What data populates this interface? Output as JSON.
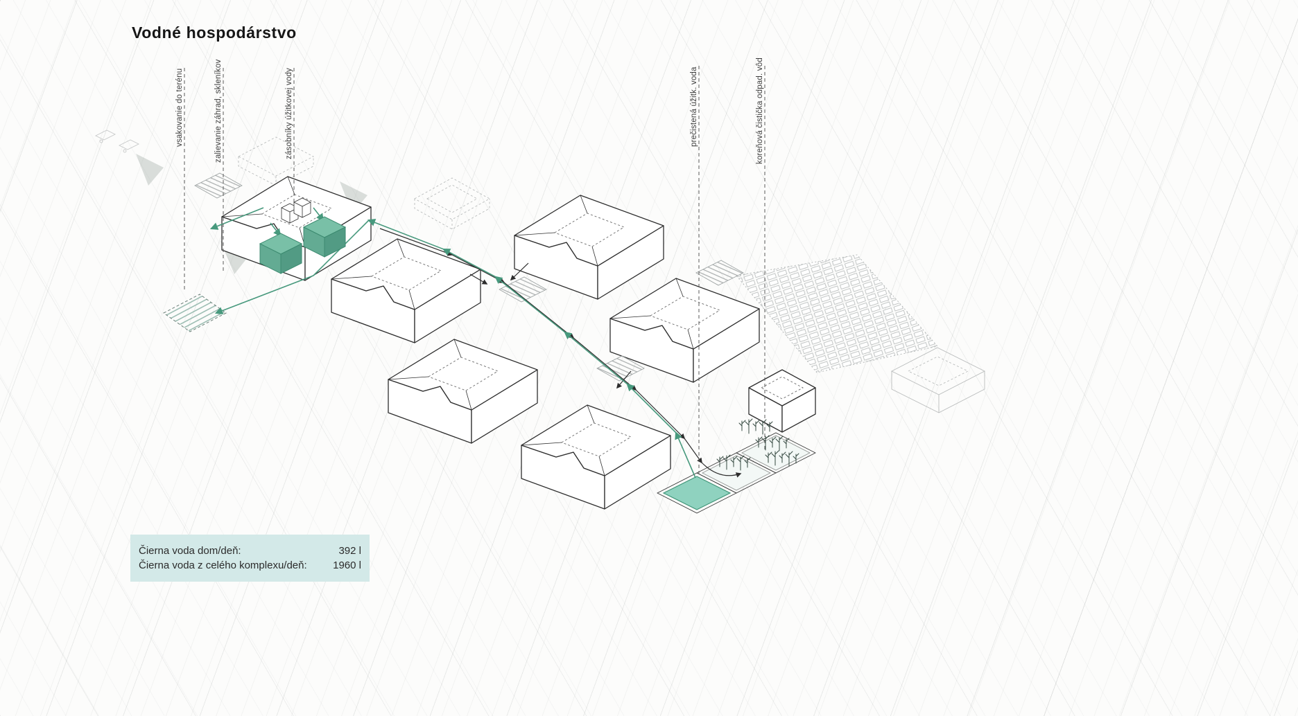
{
  "title": "Vodné hospodárstvo",
  "annotations": [
    {
      "label": "vsakovanie do terénu"
    },
    {
      "label": "zalievanie záhrad, skleníkov"
    },
    {
      "label": "zásobníky úžitkovej vody"
    },
    {
      "label": "prečistená úžitk. voda"
    },
    {
      "label": "koreňová čistička odpad. vôd"
    }
  ],
  "stats": {
    "rows": [
      {
        "label": "Čierna voda dom/deň:",
        "value": "392 l"
      },
      {
        "label": "Čierna voda z celého komplexu/deň:",
        "value": "1960 l"
      }
    ]
  },
  "colors": {
    "flow_green": "#47997d",
    "flow_black": "#2d2d2d",
    "pool_teal": "#8fd2bf",
    "tank_teal": "#79c0a7",
    "stats_bg": "#d3e9e8",
    "ink": "#2e2e2e"
  }
}
